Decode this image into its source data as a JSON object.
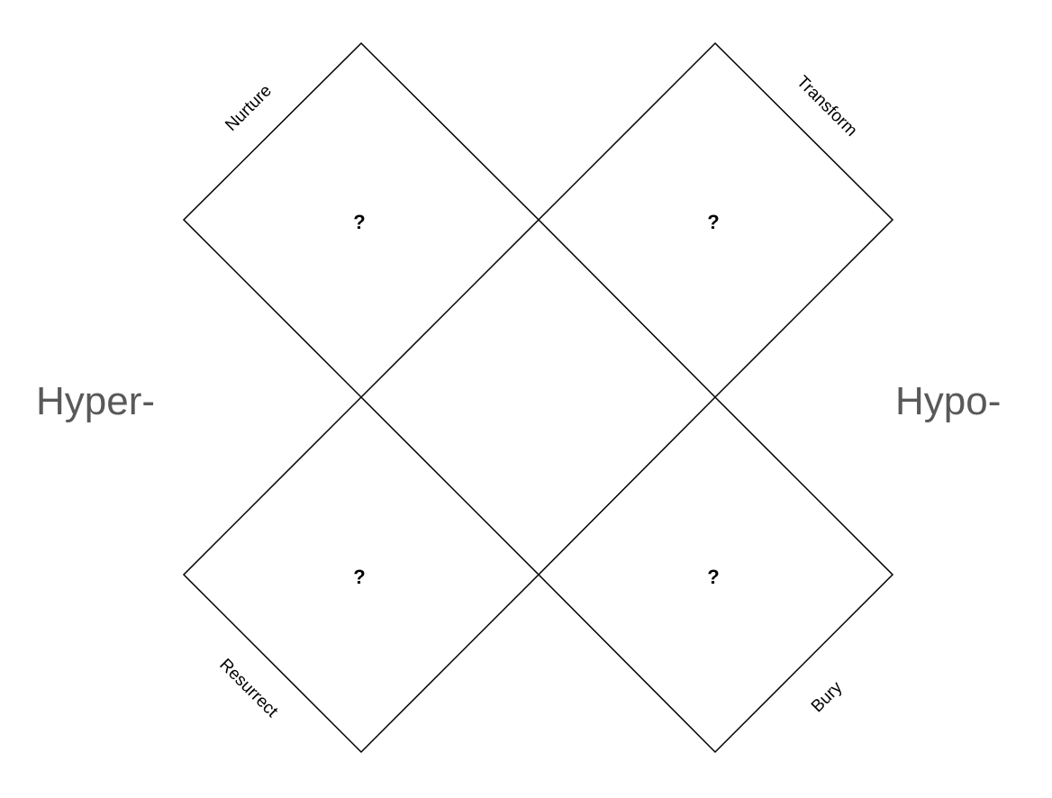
{
  "left_label": "Hyper-",
  "right_label": "Hypo-",
  "quadrants": [
    {
      "label": "Nurture",
      "content": "?"
    },
    {
      "label": "Transform",
      "content": "?"
    },
    {
      "label": "Resurrect",
      "content": "?"
    },
    {
      "label": "Bury",
      "content": "?"
    }
  ],
  "colors": {
    "stroke": "#000000",
    "side_text": "#595959"
  }
}
